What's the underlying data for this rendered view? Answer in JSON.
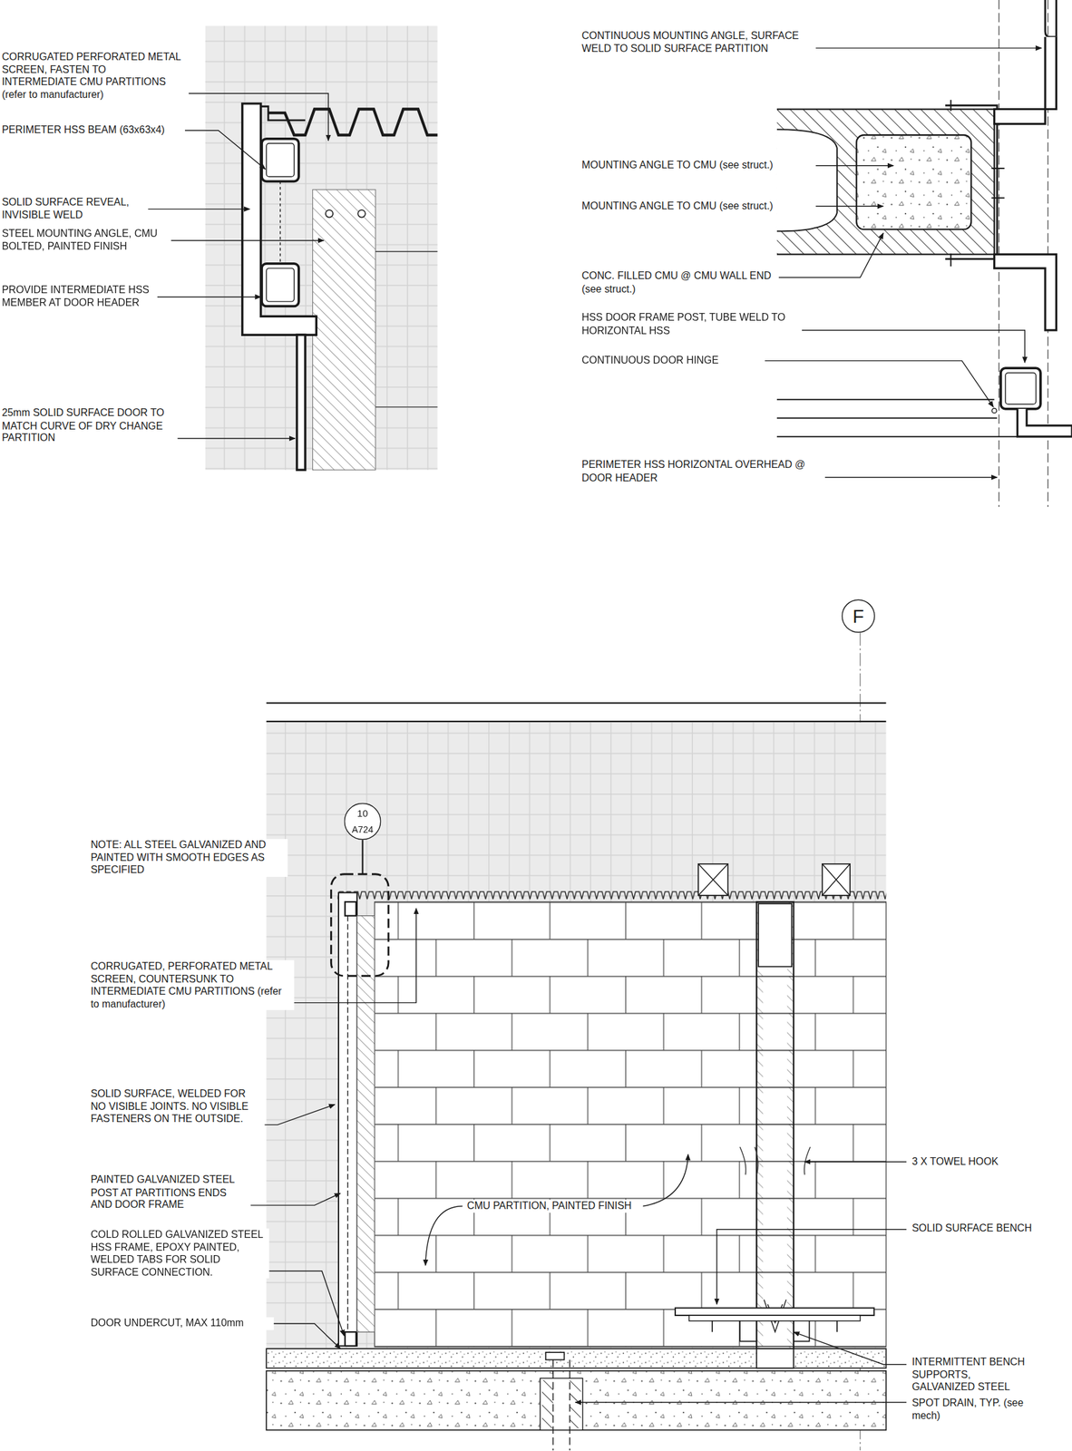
{
  "diagram": {
    "nodes": [
      {
        "text": [
          "F"
        ]
      },
      {
        "text": [
          "10",
          "A724"
        ]
      }
    ],
    "labels": [
      "CORRUGATED PERFORATED METAL SCREEN, FASTEN TO INTERMEDIATE CMU PARTITIONS (refer to manufacturer)",
      "PERIMETER HSS BEAM (63x63x4)",
      "SOLID SURFACE REVEAL, INVISIBLE WELD",
      "STEEL MOUNTING ANGLE, CMU BOLTED, PAINTED FINISH",
      "PROVIDE INTERMEDIATE HSS MEMBER AT DOOR HEADER",
      "25mm SOLID SURFACE DOOR TO MATCH CURVE OF DRY CHANGE PARTITION",
      "CONTINUOUS MOUNTING ANGLE, SURFACE WELD TO SOLID SURFACE PARTITION",
      "MOUNTING ANGLE TO CMU (see struct.)",
      "MOUNTING ANGLE TO CMU (see struct.)",
      "CONC. FILLED CMU @ CMU WALL END (see struct.)",
      "HSS DOOR FRAME POST, TUBE WELD TO HORIZONTAL HSS",
      "CONTINUOUS DOOR HINGE",
      "PERIMETER HSS HORIZONTAL OVERHEAD @ DOOR HEADER",
      "NOTE: ALL STEEL GALVANIZED AND PAINTED WITH SMOOTH EDGES AS SPECIFIED",
      "CORRUGATED, PERFORATED METAL SCREEN, COUNTERSUNK TO INTERMEDIATE CMU PARTITIONS (refer to manufacturer)",
      "SOLID SURFACE, WELDED FOR NO VISIBLE JOINTS. NO VISIBLE FASTENERS ON THE OUTSIDE.",
      "PAINTED GALVANIZED STEEL POST AT PARTITIONS ENDS AND DOOR FRAME",
      "COLD ROLLED GALVANIZED STEEL HSS FRAME, EPOXY PAINTED, WELDED TABS FOR SOLID SURFACE CONNECTION.",
      "DOOR UNDERCUT, MAX 110mm",
      "CMU PARTITION, PAINTED FINISH",
      "3 X TOWEL HOOK",
      "SOLID SURFACE BENCH",
      "INTERMITTENT BENCH SUPPORTS, GALVANIZED STEEL",
      "SPOT DRAIN, TYP. (see mech)"
    ]
  }
}
